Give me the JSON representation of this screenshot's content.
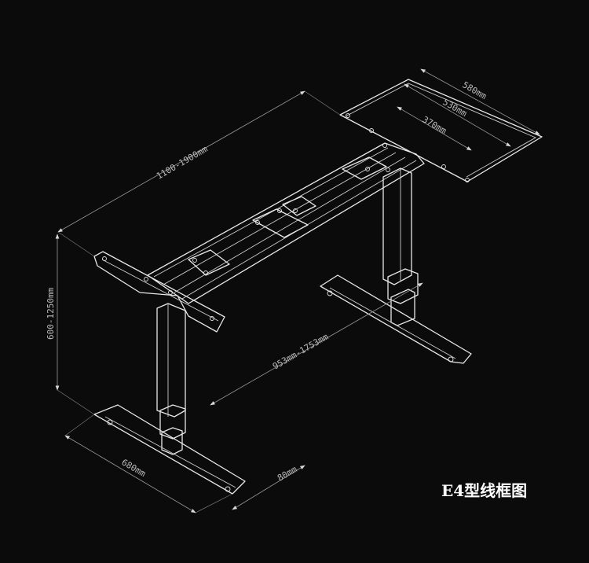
{
  "caption": "E4型线框图",
  "dimensions": {
    "width_range": "1100-1900mm",
    "height_range": "600-1250mm",
    "foot_span_range": "953mm-1753mm",
    "foot_length": "680mm",
    "foot_width": "80mm",
    "top_bracket_length": "580mm",
    "top_bracket_inner_length": "530mm",
    "top_bracket_hole_spacing": "370mm"
  },
  "colors": {
    "background": "#0b0b0b",
    "line": "#e8e8e8",
    "dimension_line": "#9a9a9a",
    "text": "#ffffff"
  }
}
